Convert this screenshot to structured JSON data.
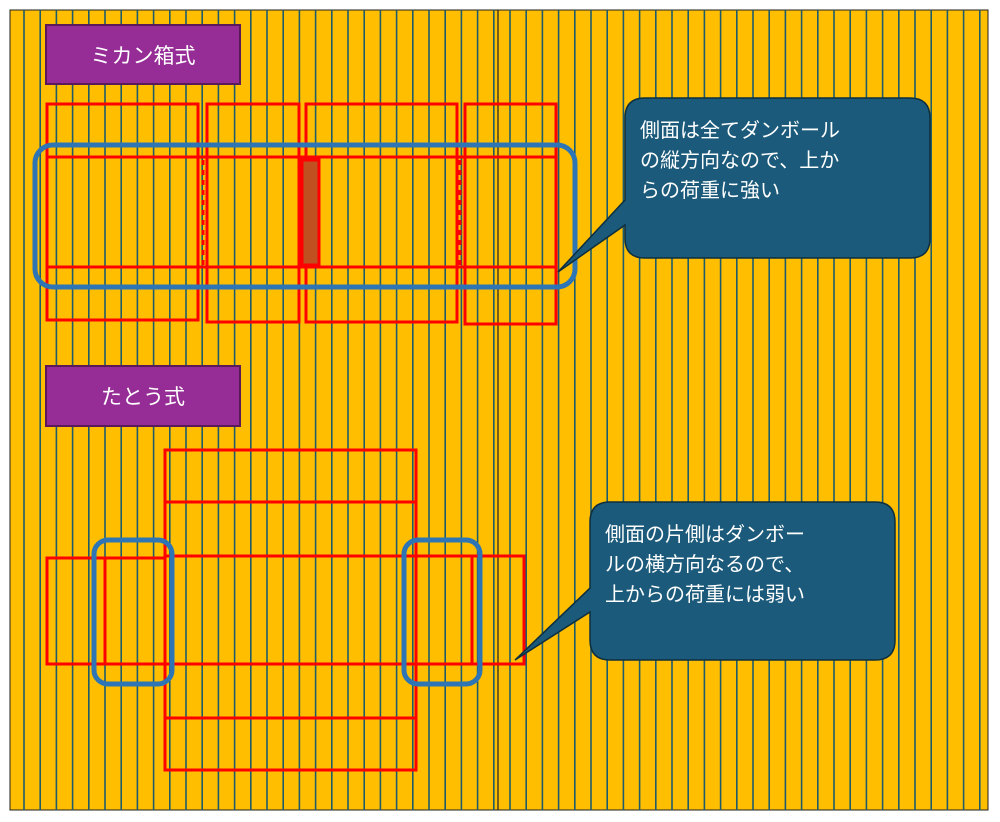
{
  "colors": {
    "background": "#ffbf00",
    "flute_line": "#1f5c6b",
    "flap_outline": "#ff0000",
    "highlight_outline": "#2e75b6",
    "callout_fill": "#1b5a7a",
    "label_fill": "#962d96"
  },
  "labels": {
    "mikan_style": "ミカン箱式",
    "tatou_style": "たとう式"
  },
  "callouts": {
    "mikan_note": "側面は全てダンボール\nの縦方向なので、上か\nらの荷重に強い",
    "tatou_note": "側面の片側はダンボー\nルの横方向なるので、\n上からの荷重には弱い"
  }
}
